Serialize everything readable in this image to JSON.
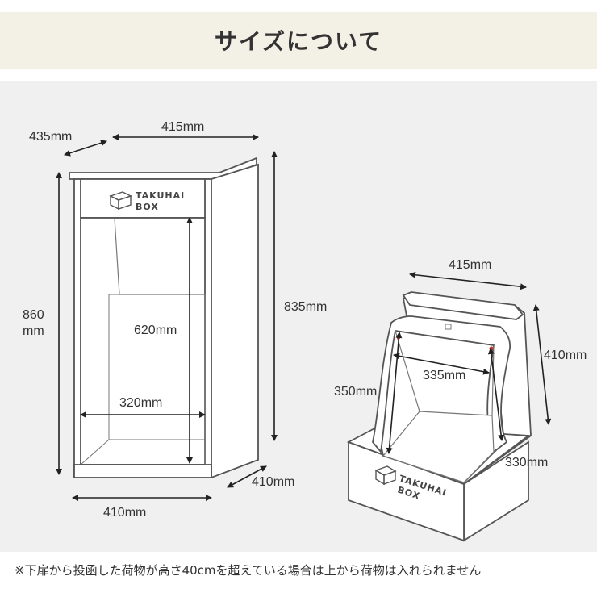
{
  "header": {
    "title": "サイズについて"
  },
  "closed_box": {
    "depth": "435mm",
    "top_width": "415mm",
    "height_line1": "860",
    "height_line2": "mm",
    "body_height": "835mm",
    "inner_height": "620mm",
    "inner_width": "320mm",
    "bottom_width": "410mm",
    "side_depth": "410mm",
    "label_line1": "TAKUHAI",
    "label_line2": "BOX"
  },
  "open_box": {
    "top_width": "415mm",
    "side_height": "410mm",
    "lid_width": "335mm",
    "lid_depth": "350mm",
    "front_height": "330mm",
    "label_line1": "TAKUHAI",
    "label_line2": "BOX"
  },
  "footnote": "※下扉から投函した荷物が高さ40cmを超えている場合は上から荷物は入れられません"
}
